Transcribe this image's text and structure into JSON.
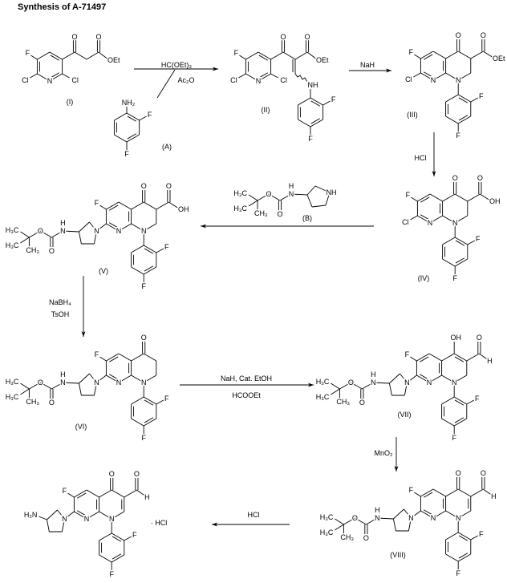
{
  "title": "Synthesis of A-71497",
  "compounds": {
    "I": "(I)",
    "A": "(A)",
    "II": "(II)",
    "III": "(III)",
    "IV": "(IV)",
    "B": "(B)",
    "V": "(V)",
    "VI": "(VI)",
    "VII": "(VII)",
    "VIII": "(VIII)",
    "final_salt": "· HCl"
  },
  "reagents": {
    "step1_top": "HC(OEt)₃",
    "step1_bottom": "Ac₂O",
    "step2": "NaH",
    "step3": "HCl",
    "step5_top": "NaBH₄",
    "step5_bottom": "TsOH",
    "step6_top": "NaH, Cat. EtOH",
    "step6_bottom": "HCOOEt",
    "step7": "MnO₂",
    "step8": "HCl"
  },
  "atom_labels": {
    "fluoro": "F",
    "chloro": "Cl",
    "nitrogen": "N",
    "oxygen": "O",
    "hydroxy": "OH",
    "ethoxy": "OEt",
    "hydrogen": "H",
    "amine": "NH",
    "amino_right": "NH₂",
    "amino_left": "H₂N",
    "methyl_left": "H₃C",
    "methyl": "CH₃"
  }
}
